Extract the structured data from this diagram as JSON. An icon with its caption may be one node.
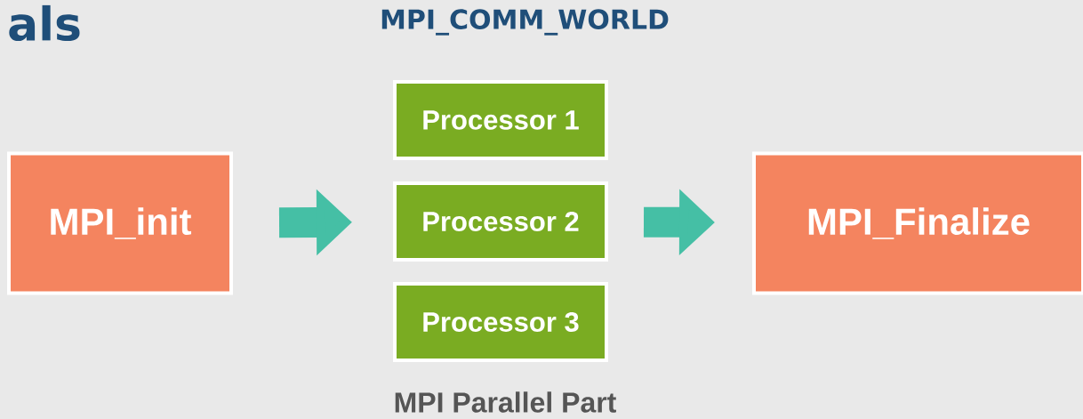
{
  "diagram": {
    "nodes": [
      {
        "text": [
          "MPI_init"
        ]
      },
      {
        "text": [
          "Processor 1"
        ]
      },
      {
        "text": [
          "Processor 2"
        ]
      },
      {
        "text": [
          "Processor 3"
        ]
      },
      {
        "text": [
          "MPI_Finalize"
        ]
      }
    ],
    "edges": [
      {
        "from": 0,
        "to": 2,
        "arrow": "to"
      },
      {
        "from": 2,
        "to": 4,
        "arrow": "to"
      }
    ],
    "labels": [
      "als",
      "MPI_COMM_WORLD",
      "MPI Parallel Part"
    ]
  }
}
